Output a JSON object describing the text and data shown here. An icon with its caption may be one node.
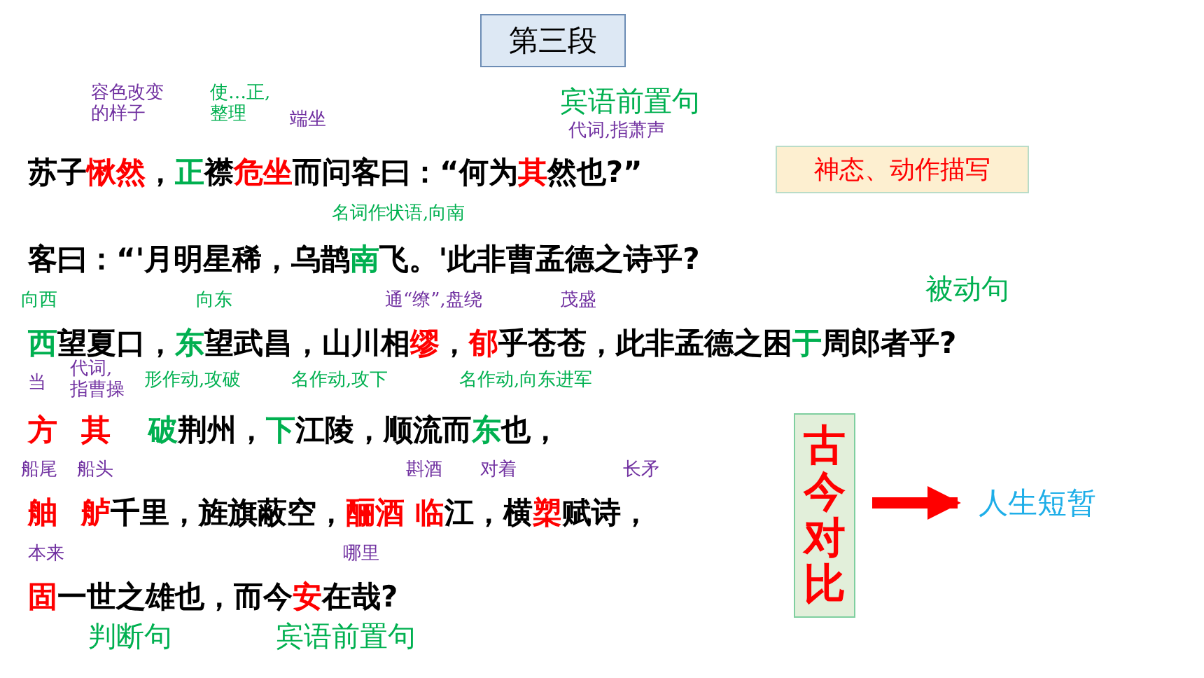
{
  "diagram": {
    "title": "第三段",
    "nodes": [
      {
        "text": [
          "神态、动作描写"
        ]
      },
      {
        "text": [
          "古今对比"
        ]
      },
      {
        "text": [
          "人生短暂"
        ]
      }
    ],
    "edges": [
      {
        "from": 1,
        "to": 2,
        "arrow": "to",
        "color": "#ff0000"
      }
    ],
    "labels": [
      "容色改变的样子",
      "使…正,整理",
      "端坐",
      "宾语前置句",
      "代词,指萧声",
      "苏子愀然，正襟危坐而问客曰：“何为其然也?”",
      "名词作状语,向南",
      "客曰：“'月明星稀，乌鹊南飞。'此非曹孟德之诗乎?",
      "向西",
      "向东",
      "通“缭”,盘绕",
      "茂盛",
      "被动句",
      "西望夏口，东望武昌，山川相缪，郁乎苍苍，此非孟德之困于周郎者乎?",
      "当",
      "代词,指曹操",
      "形作动,攻破",
      "名作动,攻下",
      "名作动,向东进军",
      "方",
      "其",
      "破荆州，下江陵，顺流而东也，",
      "船尾",
      "船头",
      "斟酒",
      "对着",
      "长矛",
      "舳",
      "舻千里，旌旗蔽空，酾酒 临江，横槊赋诗，",
      "本来",
      "哪里",
      "固一世之雄也，而今安在哉?",
      "判断句",
      "宾语前置句"
    ]
  }
}
